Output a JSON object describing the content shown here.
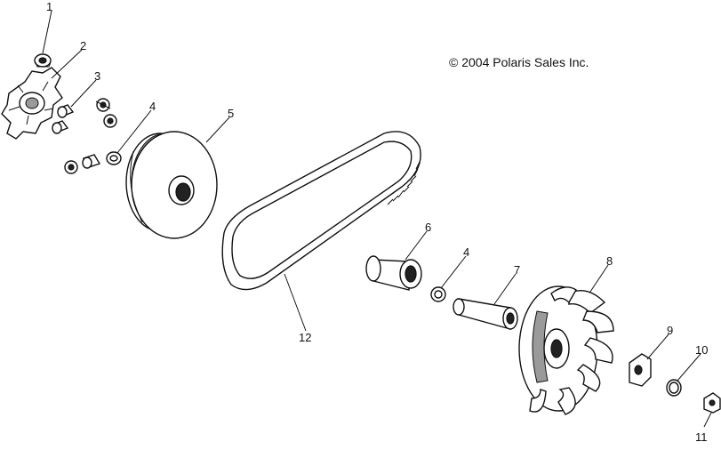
{
  "copyright": "© 2004 Polaris Sales Inc.",
  "callouts": [
    {
      "id": "1",
      "text": "1"
    },
    {
      "id": "2",
      "text": "2"
    },
    {
      "id": "3",
      "text": "3"
    },
    {
      "id": "4a",
      "text": "4"
    },
    {
      "id": "5",
      "text": "5"
    },
    {
      "id": "6",
      "text": "6"
    },
    {
      "id": "4b",
      "text": "4"
    },
    {
      "id": "7",
      "text": "7"
    },
    {
      "id": "8",
      "text": "8"
    },
    {
      "id": "9",
      "text": "9"
    },
    {
      "id": "10",
      "text": "10"
    },
    {
      "id": "11",
      "text": "11"
    },
    {
      "id": "12",
      "text": "12"
    }
  ]
}
